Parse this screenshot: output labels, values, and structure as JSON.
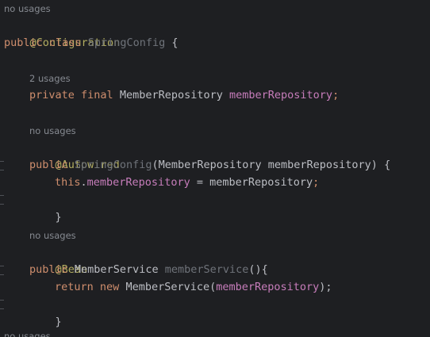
{
  "hints": {
    "class_usages": "no usages",
    "field_usages": "2 usages",
    "constructor_usages": "no usages",
    "bean_usages": "no usages",
    "next_usages": "no usages"
  },
  "code": {
    "annotation_configuration": "@Configuration",
    "kw_public": "public",
    "kw_class": "class",
    "class_name": "SpringConfig",
    "open_brace": "{",
    "kw_private": "private",
    "kw_final": "final",
    "type_member_repository": "MemberRepository",
    "field_member_repository": "memberRepository",
    "semicolon": ";",
    "annotation_autowired": "@Autowired",
    "ctor_name": "SpringConfig",
    "ctor_params": "(MemberRepository memberRepository) {",
    "kw_this": "this",
    "dot": ".",
    "assign_rhs": " = memberRepository",
    "close_brace": "}",
    "annotation_bean": "@Bean",
    "type_member_service": "MemberService",
    "method_member_service": "memberService",
    "method_parens": "(){",
    "kw_return": "return",
    "kw_new": "new",
    "ctor_call_member_service": "MemberService(",
    "arg_member_repository": "memberRepository",
    "call_close": ");"
  }
}
